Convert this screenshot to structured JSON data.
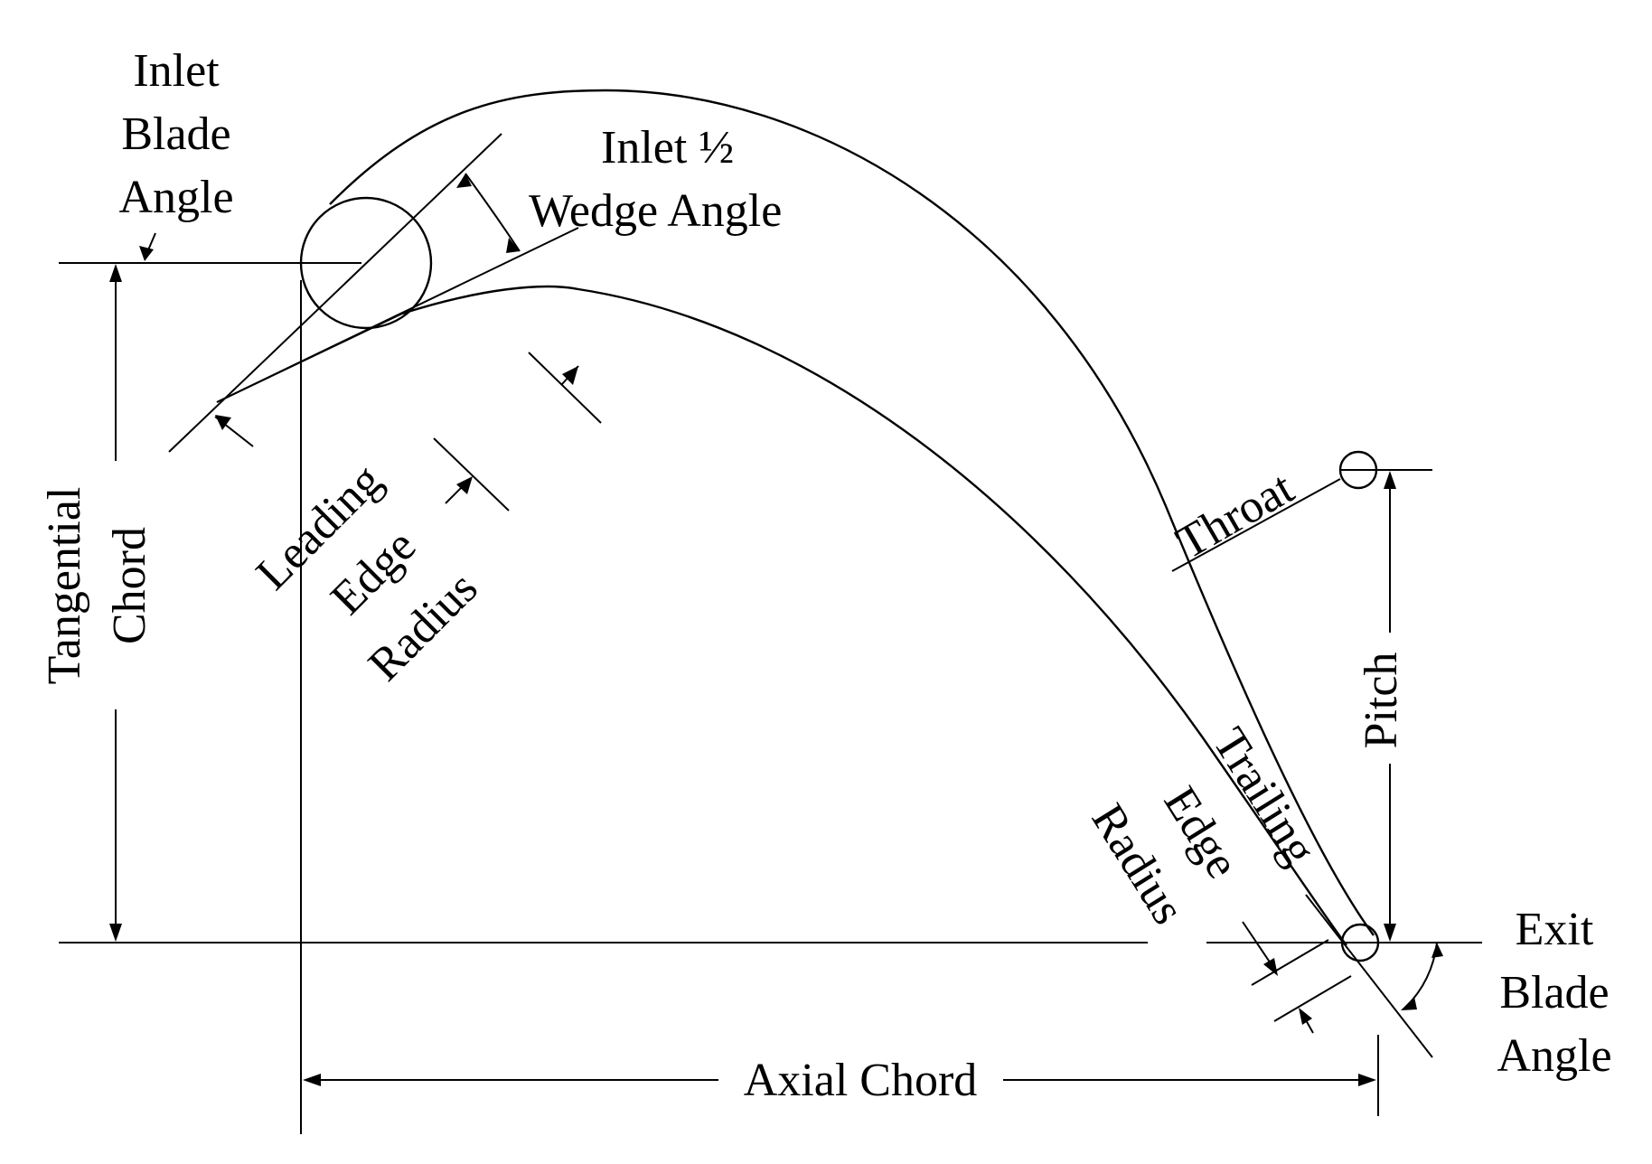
{
  "labels": {
    "inlet_blade_angle": [
      "Inlet",
      "Blade",
      "Angle"
    ],
    "inlet_wedge_angle": [
      "Inlet ½",
      "Wedge Angle"
    ],
    "tangential_chord": [
      "Tangential",
      "Chord"
    ],
    "leading_edge_radius": [
      "Leading",
      "Edge",
      "Radius"
    ],
    "throat": "Throat",
    "pitch": "Pitch",
    "trailing_edge_radius": [
      "Trailing",
      "Edge",
      "Radius"
    ],
    "exit_blade_angle": [
      "Exit",
      "Blade",
      "Angle"
    ],
    "axial_chord": "Axial Chord"
  }
}
